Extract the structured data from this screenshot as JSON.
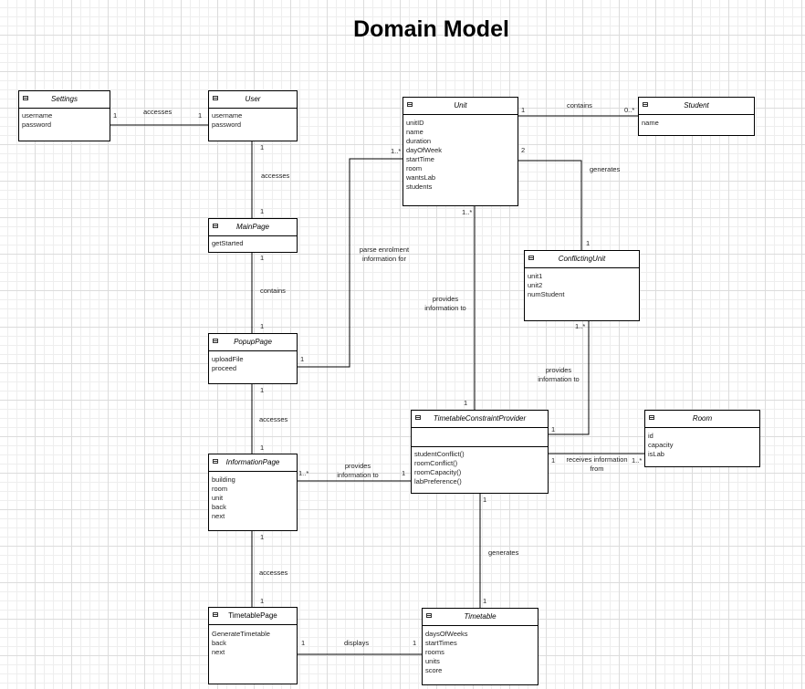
{
  "title": "Domain Model",
  "classes": {
    "settings": {
      "name": "Settings",
      "attrs": [
        "username",
        "password"
      ]
    },
    "user": {
      "name": "User",
      "attrs": [
        "username",
        "password"
      ]
    },
    "unit": {
      "name": "Unit",
      "attrs": [
        "unitID",
        "name",
        "duration",
        "dayOfWeek",
        "startTime",
        "room",
        "wantsLab",
        "students"
      ]
    },
    "student": {
      "name": "Student",
      "attrs": [
        "name"
      ]
    },
    "mainpage": {
      "name": "MainPage",
      "attrs": [
        "getStarted"
      ]
    },
    "conflictingunit": {
      "name": "ConflictingUnit",
      "attrs": [
        "unit1",
        "unit2",
        "numStudent"
      ]
    },
    "popuppage": {
      "name": "PopupPage",
      "attrs": [
        "uploadFile",
        "proceed"
      ]
    },
    "tcp": {
      "name": "TimetableConstraintProvider",
      "attrs": [
        "studentConflict()",
        "roomConflict()",
        "roomCapacity()",
        "labPreference()"
      ]
    },
    "room": {
      "name": "Room",
      "attrs": [
        "id",
        "capacity",
        "isLab"
      ]
    },
    "informationpage": {
      "name": "InformationPage",
      "attrs": [
        "building",
        "room",
        "unit",
        "back",
        "next"
      ]
    },
    "timetablepage": {
      "name": "TimetablePage",
      "attrs": [
        "GenerateTimetable",
        "back",
        "next"
      ]
    },
    "timetable": {
      "name": "Timetable",
      "attrs": [
        "daysOfWeeks",
        "startTimes",
        "rooms",
        "units",
        "score"
      ]
    }
  },
  "relations": {
    "settings_user": {
      "label": "accesses",
      "m1": "1",
      "m2": "1"
    },
    "user_mainpage": {
      "label": "accesses",
      "m1": "1",
      "m2": "1"
    },
    "mainpage_popup": {
      "label": "contains",
      "m1": "1",
      "m2": "1"
    },
    "popup_unit": {
      "label": "parse enrolment information for",
      "m1": "1",
      "m2": "1..*"
    },
    "unit_student": {
      "label": "contains",
      "m1": "1",
      "m2": "0..*"
    },
    "unit_conflicting": {
      "label": "generates",
      "m1": "2",
      "m2": "1"
    },
    "unit_tcp": {
      "label": "provides information to",
      "m1": "1..*",
      "m2": "1"
    },
    "conflicting_tcp": {
      "label": "provides information to",
      "m1": "1..*",
      "m2": "1"
    },
    "room_tcp": {
      "label": "receives information from",
      "m1": "1",
      "m2": "1..*"
    },
    "popup_info": {
      "label": "accesses",
      "m1": "1",
      "m2": "1"
    },
    "info_tcp": {
      "label": "provides information to",
      "m1": "1..*",
      "m2": "1"
    },
    "info_ttpage": {
      "label": "accesses",
      "m1": "1",
      "m2": "1"
    },
    "tcp_timetable": {
      "label": "generates",
      "m1": "1",
      "m2": "1"
    },
    "ttpage_timetable": {
      "label": "displays",
      "m1": "1",
      "m2": "1"
    }
  }
}
